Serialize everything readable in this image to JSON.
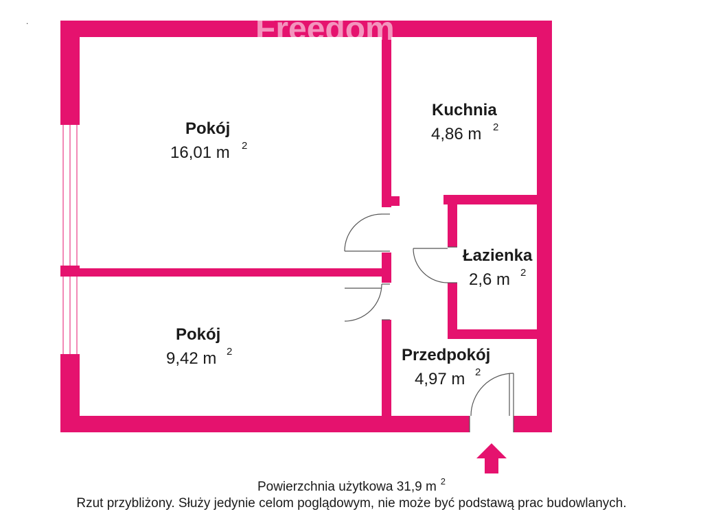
{
  "watermark": "Freedom",
  "dot_mark": ".",
  "colors": {
    "wall": "#e5126e",
    "floor": "#ffffff",
    "door_line": "#555555",
    "arrow": "#e5126e"
  },
  "rooms": [
    {
      "name": "Pokój",
      "area": "16,01 m",
      "sup": "2"
    },
    {
      "name": "Kuchnia",
      "area": "4,86 m",
      "sup": "2"
    },
    {
      "name": "Łazienka",
      "area": "2,6 m",
      "sup": "2"
    },
    {
      "name": "Pokój",
      "area": "9,42 m",
      "sup": "2"
    },
    {
      "name": "Przedpokój",
      "area": "4,97 m",
      "sup": "2"
    }
  ],
  "footer": {
    "area_text": "Powierzchnia użytkowa 31,9 m",
    "area_sup": "2",
    "note": "Rzut przybliżony. Służy jedynie celom poglądowym, nie może być podstawą prac budowlanych."
  },
  "entrance_arrow_icon": "up-arrow-icon"
}
